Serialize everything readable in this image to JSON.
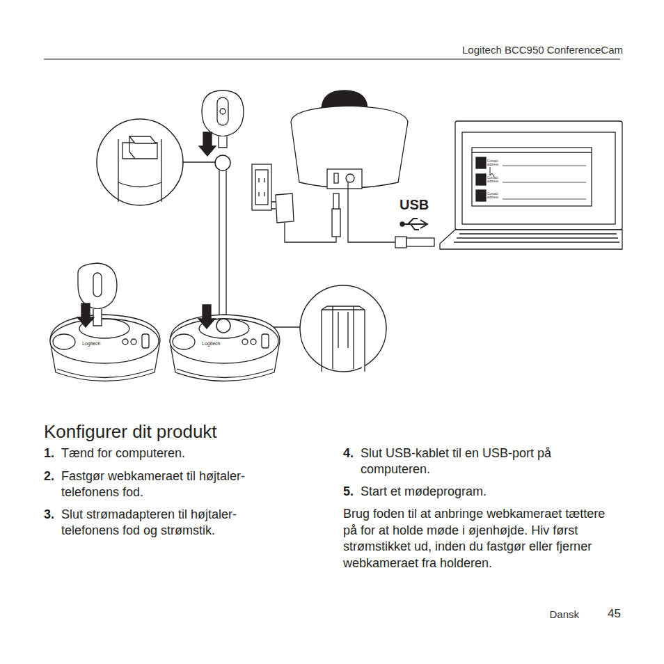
{
  "diagram": {
    "title": "Konfigurer dit produkt",
    "labels": [
      "Logitech BCC950 ConferenceCam",
      "Contact address",
      "Contact address",
      "Contact address",
      "USB",
      "Logitech",
      "Logitech",
      "1.",
      "Tænd for computeren.",
      "2.",
      "Fastgør webkameraet til højtaler-telefonens fod.",
      "3.",
      "Slut strømadapteren til højtaler-telefonens fod og strømstik.",
      "4.",
      "Slut USB-kablet til en USB-port på computeren.",
      "5.",
      "Start et mødeprogram.",
      "Brug foden til at anbringe webkameraet tættere på for at holde møde i øjenhøjde. Hiv først strømstikket ud, inden du fastgør eller fjerner webkameraet fra holderen.",
      "Dansk",
      "45"
    ]
  }
}
